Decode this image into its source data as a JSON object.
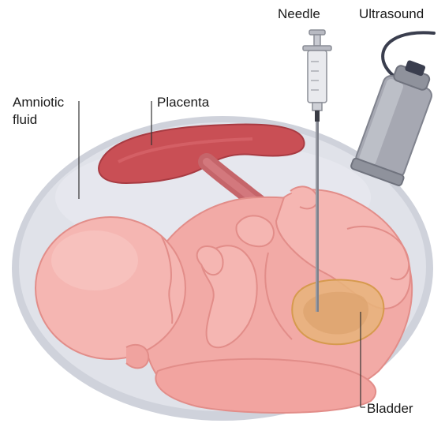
{
  "labels": {
    "needle": "Needle",
    "ultrasound": "Ultrasound",
    "amniotic_line1": "Amniotic",
    "amniotic_line2": "fluid",
    "placenta": "Placenta",
    "bladder": "Bladder"
  },
  "colors": {
    "amniotic_fluid": "#d6d8e0",
    "uterus_outline": "#c2c6d2",
    "fetus_skin": "#f4b0ac",
    "fetus_shadow": "#e8928e",
    "placenta": "#c94f55",
    "bladder": "#e7b47a",
    "probe": "#9a9ca6",
    "needle": "#8a8d96"
  }
}
